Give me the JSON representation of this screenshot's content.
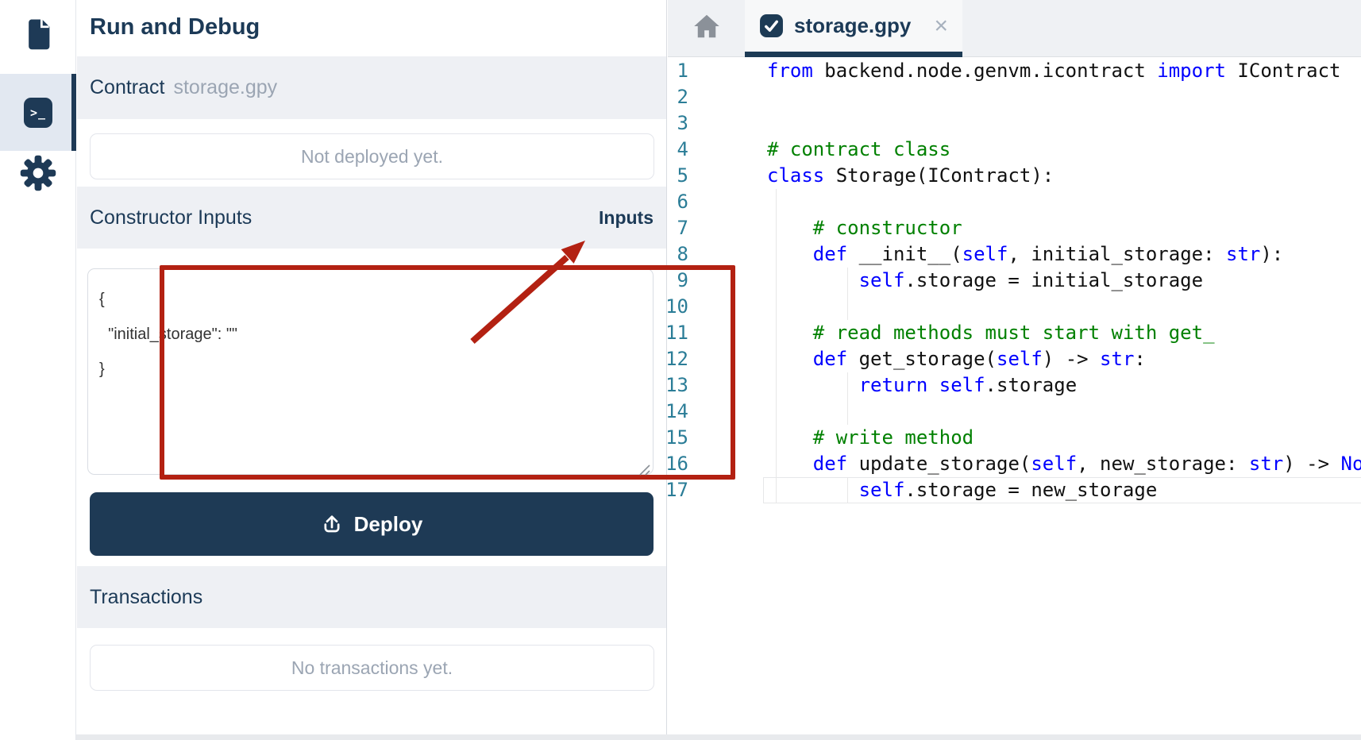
{
  "colors": {
    "navy": "#1e3a56",
    "heading_text": "#1c3a57",
    "section_bg": "#eef0f4",
    "muted_text": "#9ba5b3",
    "annotation_red": "#b32112",
    "keyword_blue": "#0000ff",
    "comment_green": "#008000",
    "line_number_teal": "#2b7d97"
  },
  "sidebar": {
    "items": [
      {
        "id": "files",
        "icon": "file-icon",
        "active": false
      },
      {
        "id": "terminal",
        "icon": "terminal-icon",
        "glyph": ">_",
        "active": true
      },
      {
        "id": "settings",
        "icon": "gear-icon",
        "active": false
      }
    ]
  },
  "panel": {
    "title": "Run and Debug",
    "contract": {
      "label": "Contract",
      "filename": "storage.gpy",
      "status_placeholder": "Not deployed yet."
    },
    "constructor": {
      "label": "Constructor Inputs",
      "badge": "Inputs",
      "json_value": "{\n  \"initial_storage\": \"\"\n}"
    },
    "deploy": {
      "label": "Deploy",
      "icon": "upload-icon"
    },
    "transactions": {
      "label": "Transactions",
      "empty_placeholder": "No transactions yet."
    }
  },
  "editor": {
    "tab": {
      "filename": "storage.gpy",
      "close_glyph": "×",
      "saved_icon": "check-icon"
    },
    "home_icon": "home-icon",
    "code": {
      "lines": [
        {
          "num": 1,
          "g": [],
          "s": [
            [
              "k",
              "from"
            ],
            [
              "p",
              " backend.node.genvm.icontract "
            ],
            [
              "k",
              "import"
            ],
            [
              "p",
              " IContract"
            ]
          ]
        },
        {
          "num": 2,
          "g": [],
          "s": []
        },
        {
          "num": 3,
          "g": [],
          "s": []
        },
        {
          "num": 4,
          "g": [],
          "s": [
            [
              "c",
              "# contract class"
            ]
          ]
        },
        {
          "num": 5,
          "g": [],
          "s": [
            [
              "k",
              "class"
            ],
            [
              "p",
              " Storage(IContract):"
            ]
          ]
        },
        {
          "num": 6,
          "g": [
            1
          ],
          "s": []
        },
        {
          "num": 7,
          "g": [
            1
          ],
          "s": [
            [
              "p",
              "    "
            ],
            [
              "c",
              "# constructor"
            ]
          ]
        },
        {
          "num": 8,
          "g": [
            1
          ],
          "s": [
            [
              "p",
              "    "
            ],
            [
              "k",
              "def"
            ],
            [
              "p",
              " __init__("
            ],
            [
              "k",
              "self"
            ],
            [
              "p",
              ", initial_storage: "
            ],
            [
              "k",
              "str"
            ],
            [
              "p",
              "):"
            ]
          ]
        },
        {
          "num": 9,
          "g": [
            1,
            2
          ],
          "s": [
            [
              "p",
              "        "
            ],
            [
              "k",
              "self"
            ],
            [
              "p",
              ".storage = initial_storage"
            ]
          ]
        },
        {
          "num": 10,
          "g": [
            1,
            2
          ],
          "s": []
        },
        {
          "num": 11,
          "g": [
            1
          ],
          "s": [
            [
              "p",
              "    "
            ],
            [
              "c",
              "# read methods must start with get_"
            ]
          ]
        },
        {
          "num": 12,
          "g": [
            1
          ],
          "s": [
            [
              "p",
              "    "
            ],
            [
              "k",
              "def"
            ],
            [
              "p",
              " get_storage("
            ],
            [
              "k",
              "self"
            ],
            [
              "p",
              ") -> "
            ],
            [
              "k",
              "str"
            ],
            [
              "p",
              ":"
            ]
          ]
        },
        {
          "num": 13,
          "g": [
            1,
            2
          ],
          "s": [
            [
              "p",
              "        "
            ],
            [
              "k",
              "return"
            ],
            [
              "p",
              " "
            ],
            [
              "k",
              "self"
            ],
            [
              "p",
              ".storage"
            ]
          ]
        },
        {
          "num": 14,
          "g": [
            1,
            2
          ],
          "s": []
        },
        {
          "num": 15,
          "g": [
            1
          ],
          "s": [
            [
              "p",
              "    "
            ],
            [
              "c",
              "# write method"
            ]
          ]
        },
        {
          "num": 16,
          "g": [
            1
          ],
          "s": [
            [
              "p",
              "    "
            ],
            [
              "k",
              "def"
            ],
            [
              "p",
              " update_storage("
            ],
            [
              "k",
              "self"
            ],
            [
              "p",
              ", new_storage: "
            ],
            [
              "k",
              "str"
            ],
            [
              "p",
              ") -> "
            ],
            [
              "k",
              "None"
            ],
            [
              "p",
              ":"
            ]
          ]
        },
        {
          "num": 17,
          "g": [
            1,
            2
          ],
          "cur": true,
          "s": [
            [
              "p",
              "        "
            ],
            [
              "k",
              "self"
            ],
            [
              "p",
              ".storage = new_storage"
            ]
          ]
        }
      ]
    }
  }
}
